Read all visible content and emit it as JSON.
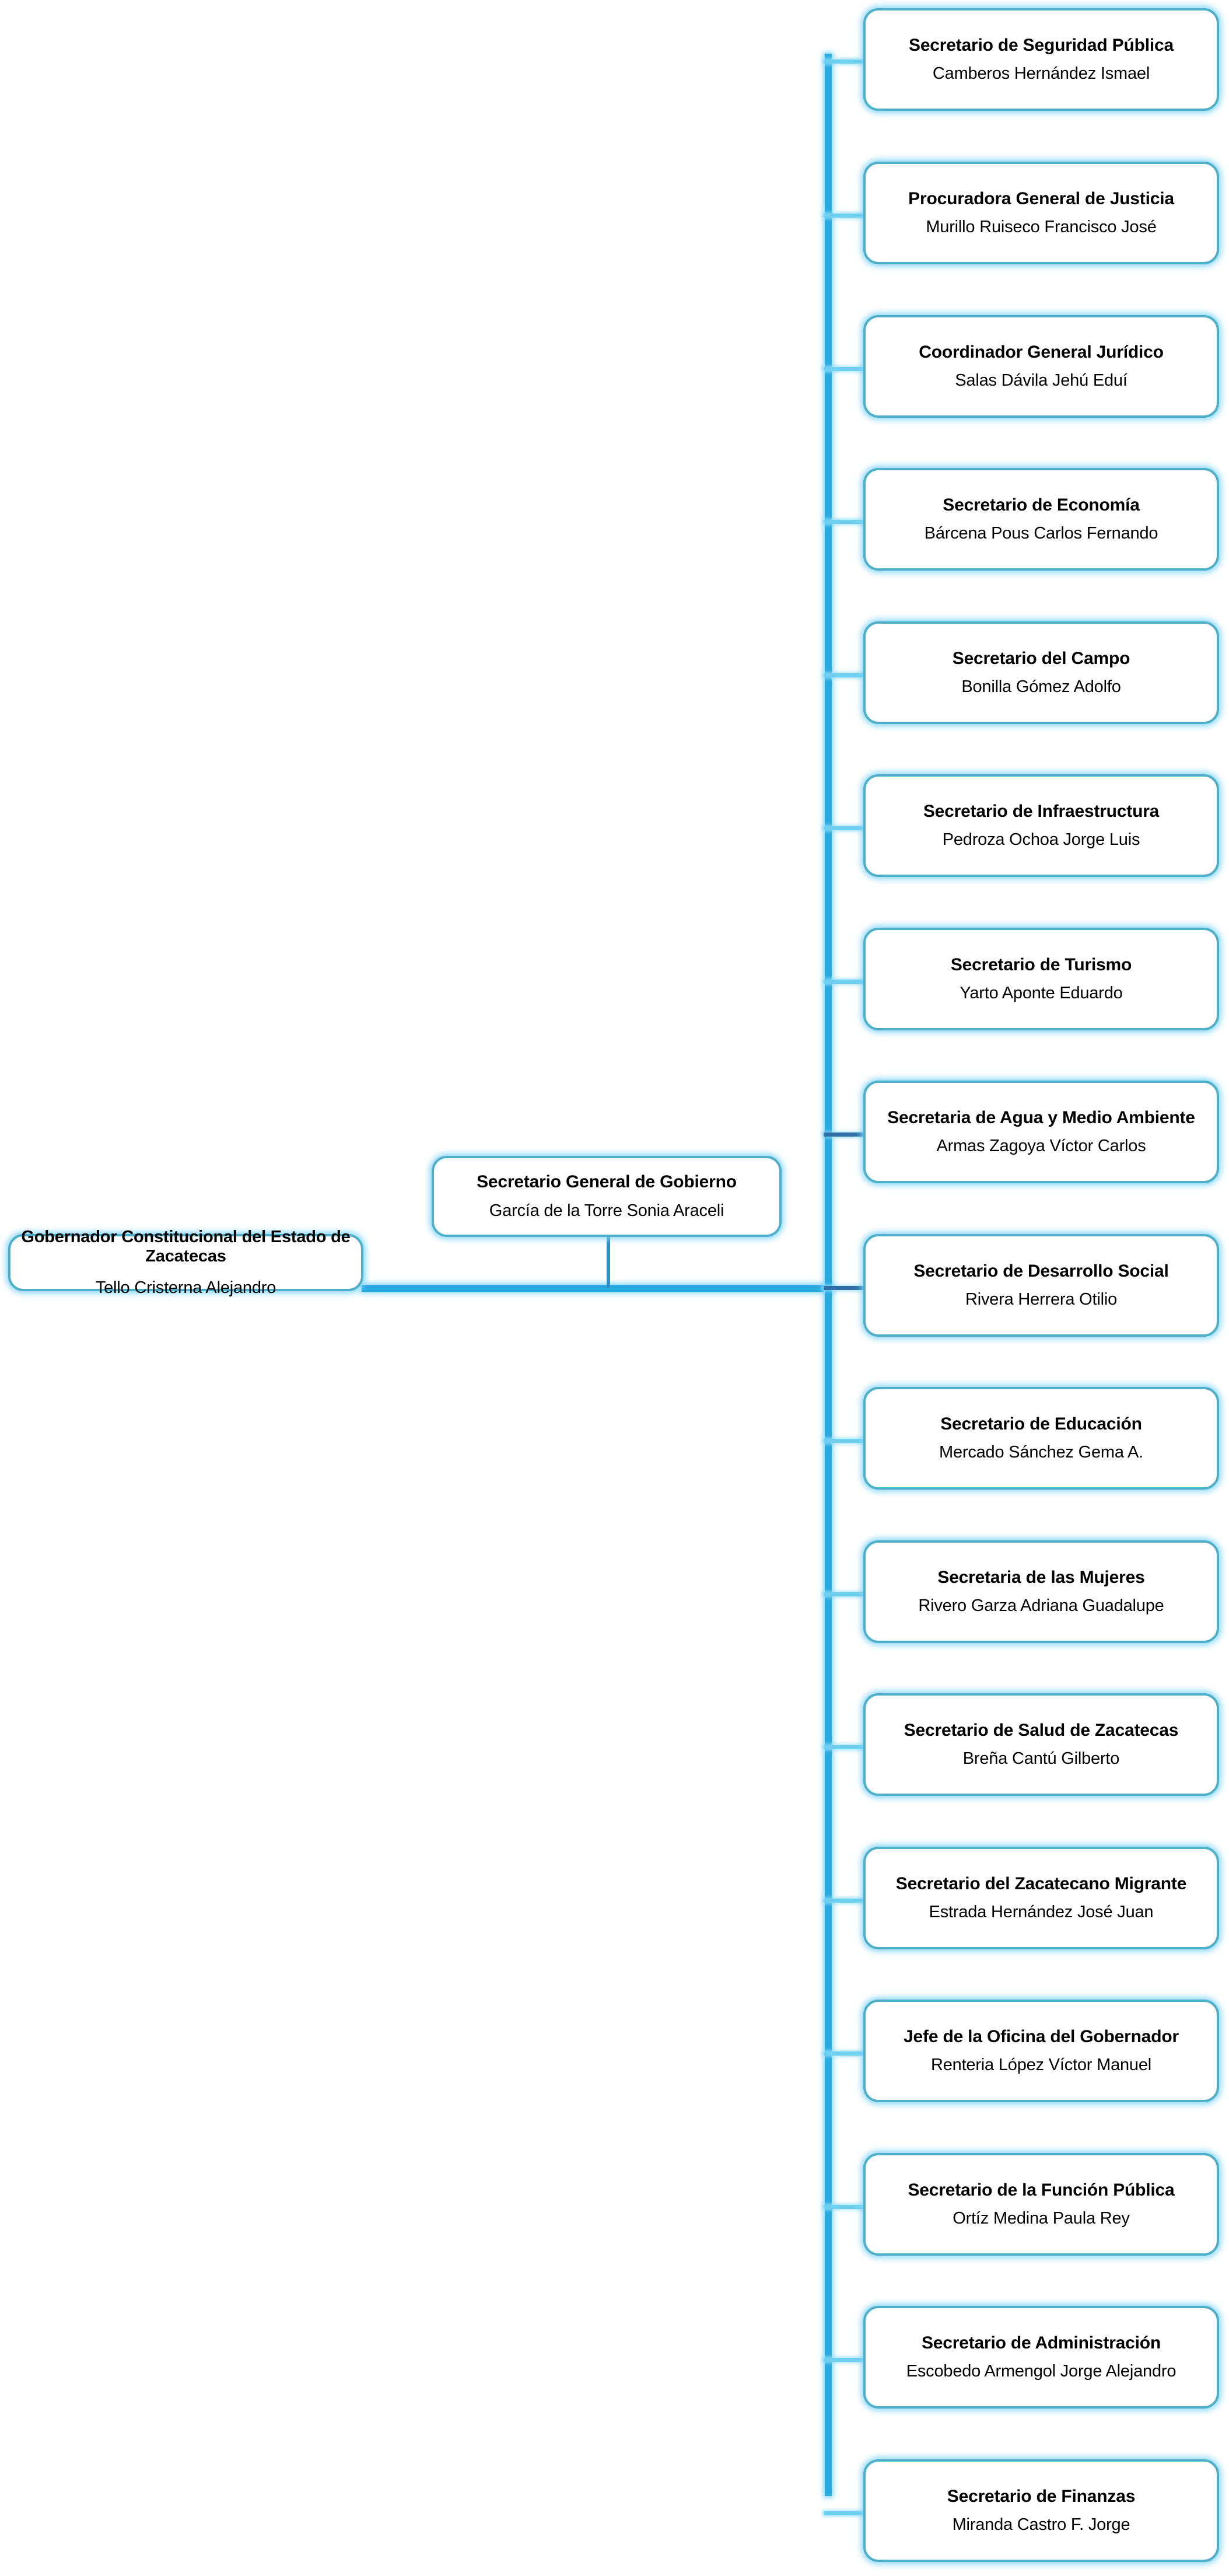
{
  "chart_data": {
    "type": "org-chart",
    "title": "",
    "orientation": "horizontal-right",
    "accent_color": "#29ABE2",
    "border_color": "#4FAFC8",
    "glow_color": "#7DD4F7",
    "text_color": "#000000",
    "background": "#ffffff",
    "root": {
      "title": "Gobernador Constitucional del Estado de Zacatecas",
      "person": "Tello Cristerna Alejandro"
    },
    "deputy": {
      "title": "Secretario General de Gobierno",
      "person": "García de la Torre Sonia Araceli"
    },
    "children": [
      {
        "title": "Secretario de Seguridad Pública",
        "person": "Camberos Hernández Ismael"
      },
      {
        "title": "Procuradora General de Justicia",
        "person": "Murillo Ruiseco Francisco José"
      },
      {
        "title": "Coordinador General Jurídico",
        "person": "Salas Dávila Jehú Eduí"
      },
      {
        "title": "Secretario de Economía",
        "person": "Bárcena Pous Carlos Fernando"
      },
      {
        "title": "Secretario del Campo",
        "person": "Bonilla Gómez Adolfo"
      },
      {
        "title": "Secretario de Infraestructura",
        "person": "Pedroza Ochoa Jorge Luis"
      },
      {
        "title": "Secretario de Turismo",
        "person": "Yarto Aponte Eduardo"
      },
      {
        "title": "Secretaria de Agua y Medio Ambiente",
        "person": "Armas Zagoya Víctor Carlos"
      },
      {
        "title": "Secretario de Desarrollo Social",
        "person": "Rivera Herrera Otilio"
      },
      {
        "title": "Secretario de Educación",
        "person": "Mercado Sánchez Gema A."
      },
      {
        "title": "Secretaria de las Mujeres",
        "person": "Rivero Garza Adriana Guadalupe"
      },
      {
        "title": "Secretario de Salud de Zacatecas",
        "person": "Breña Cantú Gilberto"
      },
      {
        "title": "Secretario del Zacatecano Migrante",
        "person": "Estrada Hernández José Juan"
      },
      {
        "title": "Jefe de la Oficina del Gobernador",
        "person": "Renteria López Víctor Manuel"
      },
      {
        "title": "Secretario de la Función Pública",
        "person": "Ortíz Medina Paula Rey"
      },
      {
        "title": "Secretario de Administración",
        "person": "Escobedo Armengol Jorge Alejandro"
      },
      {
        "title": "Secretario de Finanzas",
        "person": "Miranda Castro F. Jorge"
      }
    ]
  }
}
